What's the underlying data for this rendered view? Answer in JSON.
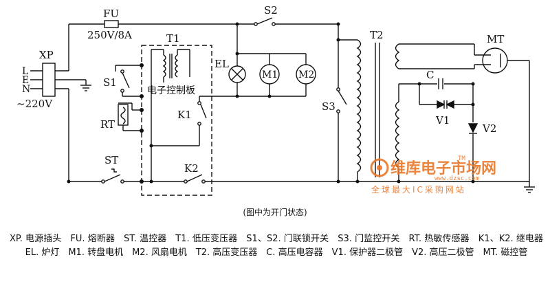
{
  "labels": {
    "xp": "XP",
    "l": "L",
    "e": "E",
    "n": "N",
    "voltage": "~220V",
    "fu": "FU",
    "fuse_rating": "250V/8A",
    "t1": "T1",
    "s1": "S1",
    "rt": "RT",
    "st": "ST",
    "board": "电子控制板",
    "k1": "K1",
    "k2": "K2",
    "s2": "S2",
    "el": "EL",
    "m1": "M1",
    "m2": "M2",
    "s3": "S3",
    "t2": "T2",
    "mt": "MT",
    "c": "C",
    "v1": "V1",
    "v2": "V2"
  },
  "watermark": {
    "name": "维库电子市场网",
    "slogan": "全球最大IC采购网站",
    "url": "www.dzsc.com",
    "tm": "TM"
  },
  "caption": "(图中为开门状态)",
  "legend": "XP. 电源插头　FU. 熔断器　ST. 温控器　T1. 低压变压器　S1、S2. 门联锁开关　S3. 门监控开关　RT. 热敏传感器　K1、K2. 继电器　EL. 炉灯　M1. 转盘电机　M2. 风扇电机　T2. 高压变压器　C. 高压电容器　V1. 保护器二极管　V2. 高压二极管　MT. 磁控管",
  "colors": {
    "line": "#111111",
    "watermark": "#e8782a"
  }
}
